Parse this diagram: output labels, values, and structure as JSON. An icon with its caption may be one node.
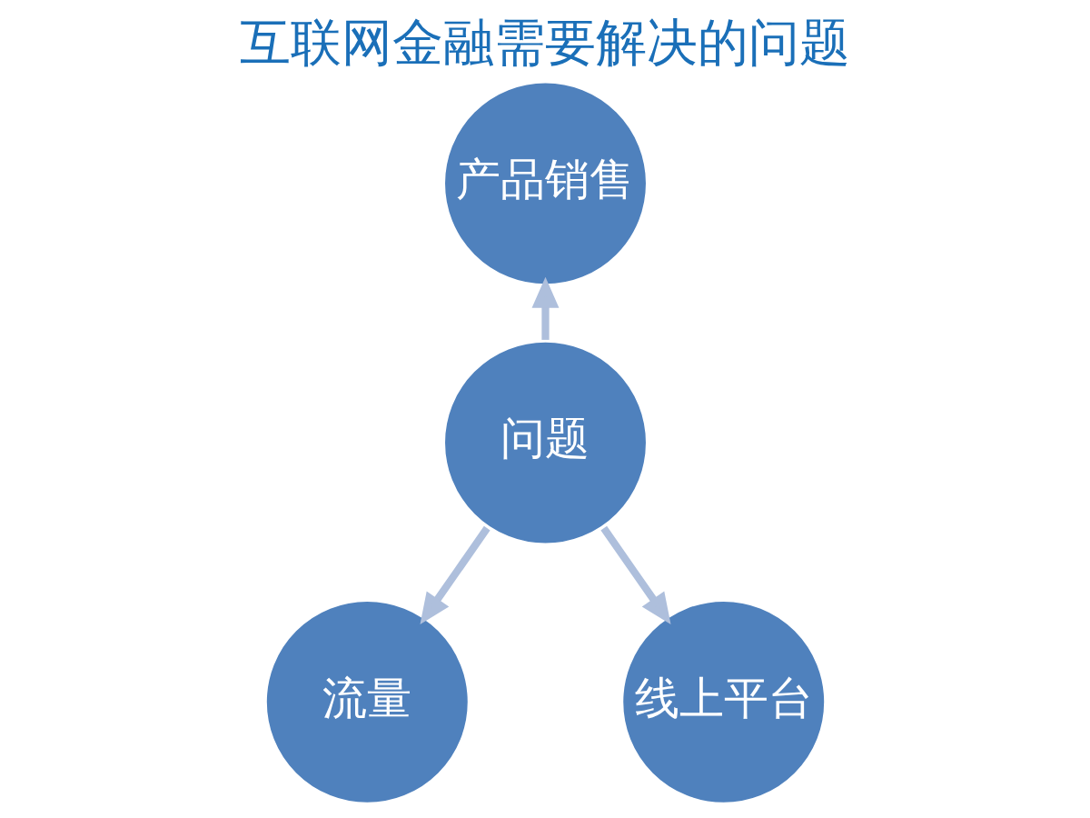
{
  "diagram": {
    "title": "互联网金融需要解决的问题",
    "nodes": [
      {
        "text": [
          "产品销售"
        ]
      },
      {
        "text": [
          "问题"
        ]
      },
      {
        "text": [
          "流量"
        ]
      },
      {
        "text": [
          "线上平台"
        ]
      }
    ],
    "edges": [
      {
        "from": 1,
        "to": 0,
        "arrow": "to"
      },
      {
        "from": 1,
        "to": 2,
        "arrow": "to"
      },
      {
        "from": 1,
        "to": 3,
        "arrow": "to"
      }
    ]
  }
}
